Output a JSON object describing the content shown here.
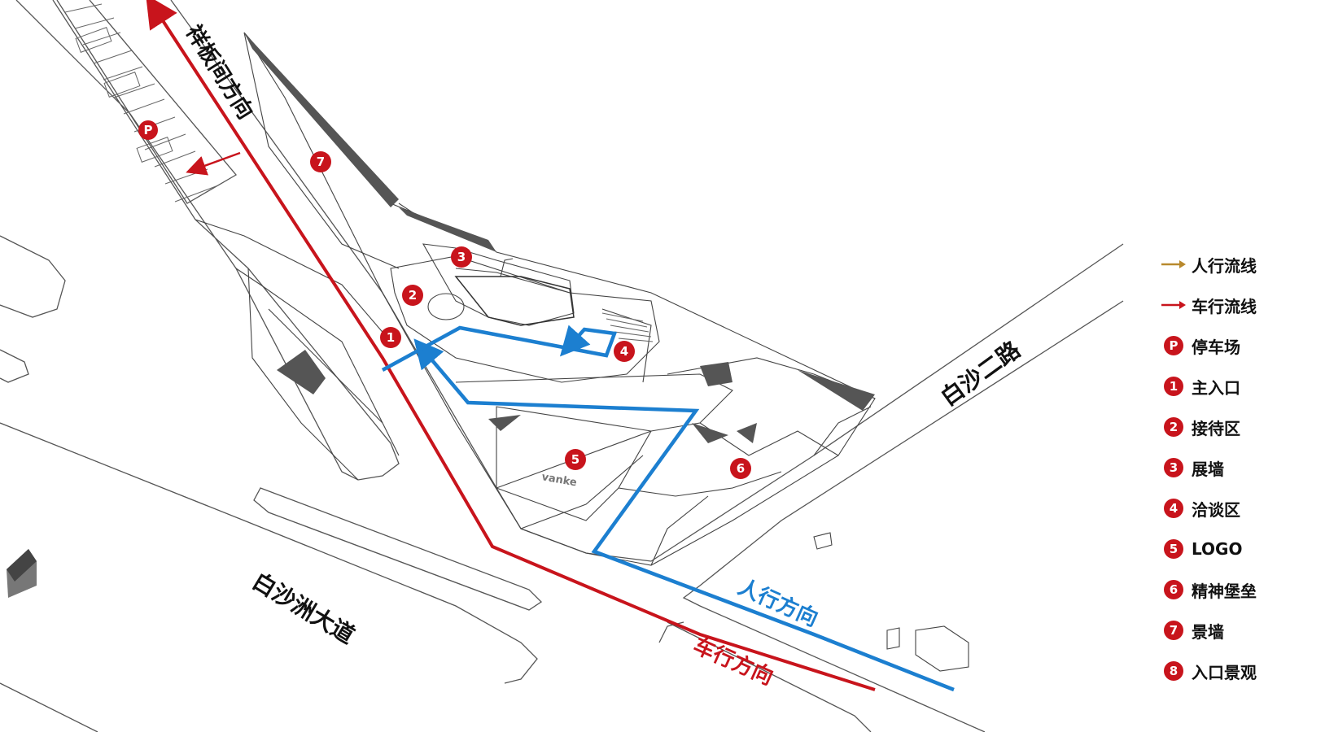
{
  "colors": {
    "vehicle": "#c8141c",
    "pedestrian": "#1c7fd0",
    "legend_pedestrian_arrow": "#b8892d",
    "marker": "#c8141c",
    "building_shadow": "#555555"
  },
  "map": {
    "roads": {
      "top_left": "祥板间方向",
      "right": "白沙二路",
      "bottom_left": "白沙洲大道"
    },
    "flows": {
      "pedestrian_direction": "人行方向",
      "vehicle_direction": "车行方向"
    },
    "markers": [
      {
        "id": "P",
        "label": "P"
      },
      {
        "id": "1",
        "label": "1"
      },
      {
        "id": "2",
        "label": "2"
      },
      {
        "id": "3",
        "label": "3"
      },
      {
        "id": "4",
        "label": "4"
      },
      {
        "id": "5",
        "label": "5"
      },
      {
        "id": "6",
        "label": "6"
      },
      {
        "id": "7",
        "label": "7"
      }
    ],
    "logo_text": "vanke"
  },
  "legend": {
    "items": [
      {
        "symbol": "arrow-pedestrian",
        "label": "人行流线"
      },
      {
        "symbol": "arrow-vehicle",
        "label": "车行流线"
      },
      {
        "symbol": "P",
        "label": "停车场"
      },
      {
        "symbol": "1",
        "label": "主入口"
      },
      {
        "symbol": "2",
        "label": "接待区"
      },
      {
        "symbol": "3",
        "label": "展墙"
      },
      {
        "symbol": "4",
        "label": "洽谈区"
      },
      {
        "symbol": "5",
        "label": "LOGO"
      },
      {
        "symbol": "6",
        "label": "精神堡垒"
      },
      {
        "symbol": "7",
        "label": "景墙"
      },
      {
        "symbol": "8",
        "label": "入口景观"
      }
    ]
  }
}
